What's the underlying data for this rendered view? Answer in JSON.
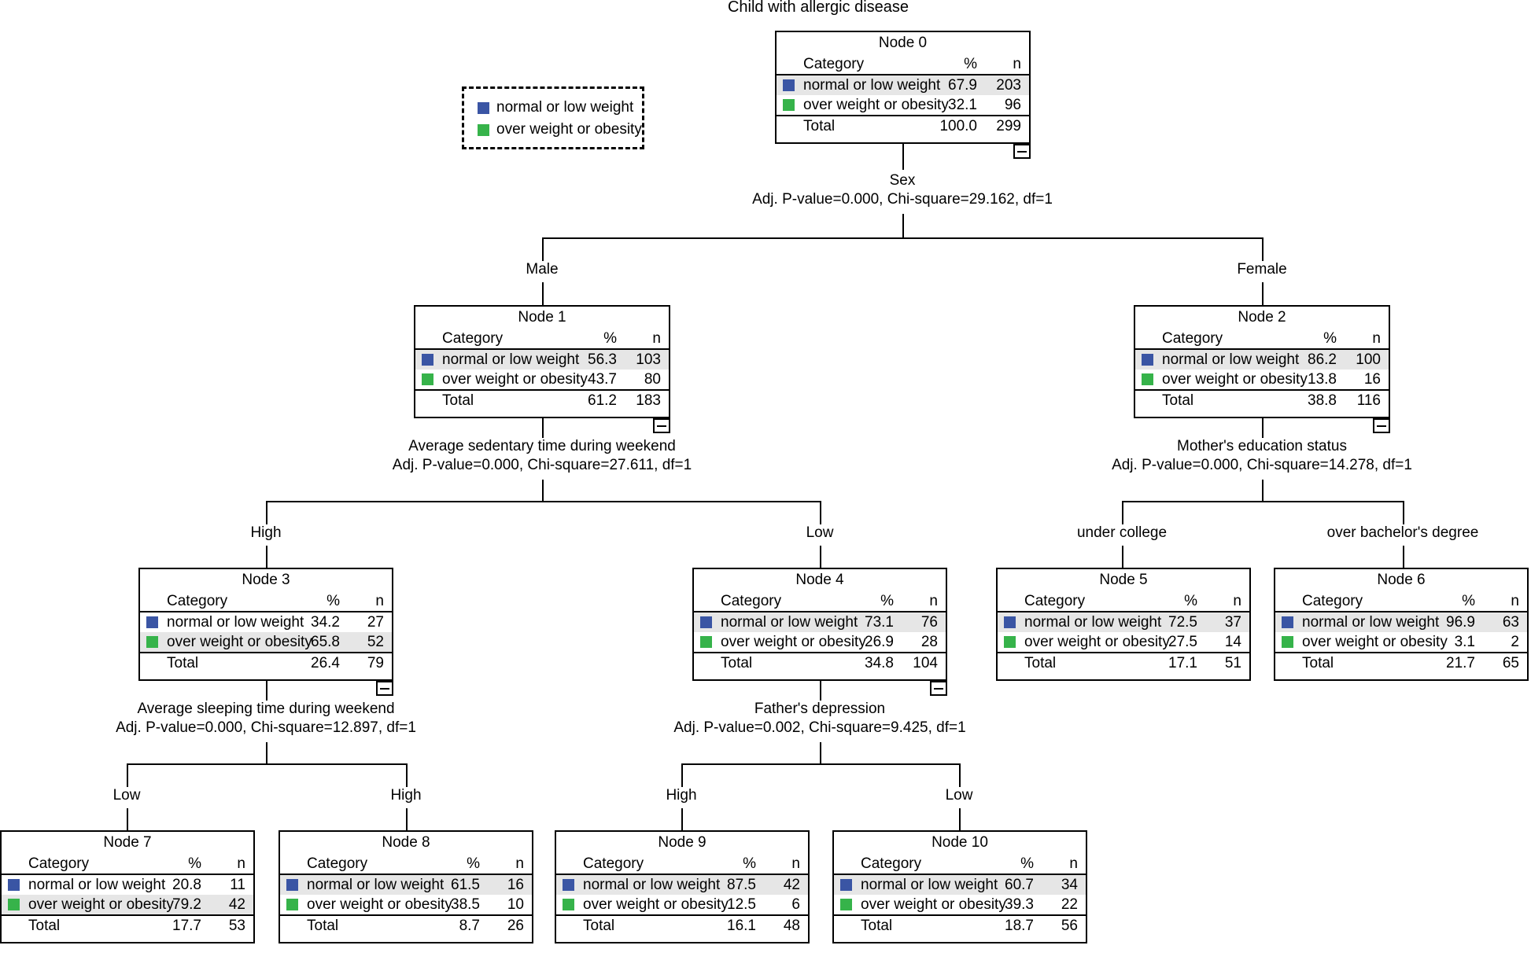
{
  "title": "Child with allergic disease",
  "colors": {
    "normal_or_low_weight": "#3a55a4",
    "over_weight_or_obesity": "#36b34a",
    "highlight_row": "#e6e6e6"
  },
  "legend": {
    "items": [
      {
        "label": "normal or low weight",
        "color": "#3a55a4"
      },
      {
        "label": "over weight or obesity",
        "color": "#36b34a"
      }
    ]
  },
  "table_headers": {
    "category": "Category",
    "percent": "%",
    "count": "n",
    "total": "Total"
  },
  "nodes": [
    {
      "id": "node0",
      "title": "Node 0",
      "rows": [
        {
          "label": "normal or low weight",
          "pct": "67.9",
          "n": "203",
          "highlight": true
        },
        {
          "label": "over weight or obesity",
          "pct": "32.1",
          "n": "96",
          "highlight": false
        }
      ],
      "total_pct": "100.0",
      "total_n": "299"
    },
    {
      "id": "node1",
      "title": "Node 1",
      "rows": [
        {
          "label": "normal or low weight",
          "pct": "56.3",
          "n": "103",
          "highlight": true
        },
        {
          "label": "over weight or obesity",
          "pct": "43.7",
          "n": "80",
          "highlight": false
        }
      ],
      "total_pct": "61.2",
      "total_n": "183"
    },
    {
      "id": "node2",
      "title": "Node 2",
      "rows": [
        {
          "label": "normal or low weight",
          "pct": "86.2",
          "n": "100",
          "highlight": true
        },
        {
          "label": "over weight or obesity",
          "pct": "13.8",
          "n": "16",
          "highlight": false
        }
      ],
      "total_pct": "38.8",
      "total_n": "116"
    },
    {
      "id": "node3",
      "title": "Node 3",
      "rows": [
        {
          "label": "normal or low weight",
          "pct": "34.2",
          "n": "27",
          "highlight": false
        },
        {
          "label": "over weight or obesity",
          "pct": "65.8",
          "n": "52",
          "highlight": true
        }
      ],
      "total_pct": "26.4",
      "total_n": "79"
    },
    {
      "id": "node4",
      "title": "Node 4",
      "rows": [
        {
          "label": "normal or low weight",
          "pct": "73.1",
          "n": "76",
          "highlight": true
        },
        {
          "label": "over weight or obesity",
          "pct": "26.9",
          "n": "28",
          "highlight": false
        }
      ],
      "total_pct": "34.8",
      "total_n": "104"
    },
    {
      "id": "node5",
      "title": "Node 5",
      "rows": [
        {
          "label": "normal or low weight",
          "pct": "72.5",
          "n": "37",
          "highlight": true
        },
        {
          "label": "over weight or obesity",
          "pct": "27.5",
          "n": "14",
          "highlight": false
        }
      ],
      "total_pct": "17.1",
      "total_n": "51"
    },
    {
      "id": "node6",
      "title": "Node 6",
      "rows": [
        {
          "label": "normal or low weight",
          "pct": "96.9",
          "n": "63",
          "highlight": true
        },
        {
          "label": "over weight or obesity",
          "pct": "3.1",
          "n": "2",
          "highlight": false
        }
      ],
      "total_pct": "21.7",
      "total_n": "65"
    },
    {
      "id": "node7",
      "title": "Node 7",
      "rows": [
        {
          "label": "normal or low weight",
          "pct": "20.8",
          "n": "11",
          "highlight": false
        },
        {
          "label": "over weight or obesity",
          "pct": "79.2",
          "n": "42",
          "highlight": true
        }
      ],
      "total_pct": "17.7",
      "total_n": "53"
    },
    {
      "id": "node8",
      "title": "Node 8",
      "rows": [
        {
          "label": "normal or low weight",
          "pct": "61.5",
          "n": "16",
          "highlight": true
        },
        {
          "label": "over weight or obesity",
          "pct": "38.5",
          "n": "10",
          "highlight": false
        }
      ],
      "total_pct": "8.7",
      "total_n": "26"
    },
    {
      "id": "node9",
      "title": "Node 9",
      "rows": [
        {
          "label": "normal or low weight",
          "pct": "87.5",
          "n": "42",
          "highlight": true
        },
        {
          "label": "over weight or obesity",
          "pct": "12.5",
          "n": "6",
          "highlight": false
        }
      ],
      "total_pct": "16.1",
      "total_n": "48"
    },
    {
      "id": "node10",
      "title": "Node 10",
      "rows": [
        {
          "label": "normal or low weight",
          "pct": "60.7",
          "n": "34",
          "highlight": true
        },
        {
          "label": "over weight or obesity",
          "pct": "39.3",
          "n": "22",
          "highlight": false
        }
      ],
      "total_pct": "18.7",
      "total_n": "56"
    }
  ],
  "splits": [
    {
      "id": "split0",
      "variable": "Sex",
      "stats": "Adj. P-value=0.000, Chi-square=29.162, df=1"
    },
    {
      "id": "split1",
      "variable": "Average sedentary time during weekend",
      "stats": "Adj. P-value=0.000, Chi-square=27.611, df=1"
    },
    {
      "id": "split2",
      "variable": "Mother's education status",
      "stats": "Adj. P-value=0.000, Chi-square=14.278, df=1"
    },
    {
      "id": "split3",
      "variable": "Average sleeping time during weekend",
      "stats": "Adj. P-value=0.000, Chi-square=12.897, df=1"
    },
    {
      "id": "split4",
      "variable": "Father's depression",
      "stats": "Adj. P-value=0.002, Chi-square=9.425, df=1"
    }
  ],
  "branches": {
    "male": "Male",
    "female": "Female",
    "sedentary_high": "High",
    "sedentary_low": "Low",
    "edu_under_college": "under college",
    "edu_over_bachelor": "over bachelor's degree",
    "sleep_low": "Low",
    "sleep_high": "High",
    "depression_high": "High",
    "depression_low": "Low"
  }
}
